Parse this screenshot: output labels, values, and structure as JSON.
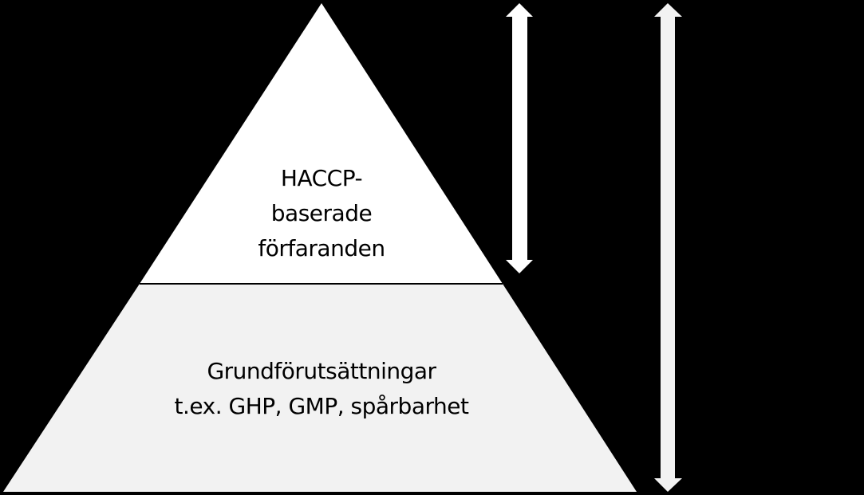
{
  "diagram": {
    "type": "pyramid",
    "background": "#000000",
    "levels": [
      {
        "name": "top",
        "lines": [
          "HACCP-",
          "baserade",
          "förfaranden"
        ],
        "fill": "#ffffff"
      },
      {
        "name": "bottom",
        "lines": [
          "Grundförutsättningar",
          "t.ex. GHP, GMP, spårbarhet"
        ],
        "fill": "#f2f2f2"
      }
    ],
    "arrows": [
      {
        "name": "top-level-extent-arrow",
        "direction": "up-down",
        "fill": "#ffffff",
        "spans": "top"
      },
      {
        "name": "full-extent-arrow",
        "direction": "up-down",
        "fill": "#f2f2f2",
        "spans": "top+bottom"
      }
    ]
  }
}
